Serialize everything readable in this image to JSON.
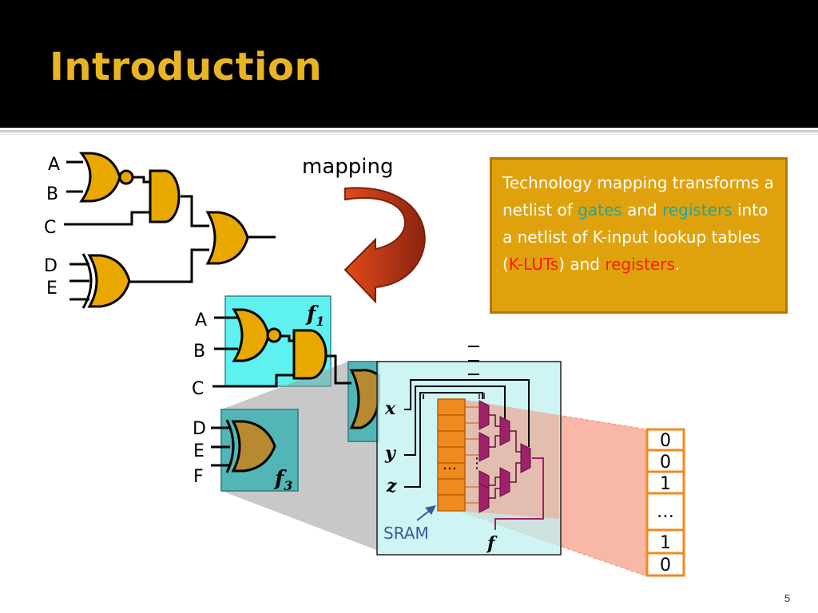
{
  "slide": {
    "title": "Introduction",
    "number": "5"
  },
  "mapping_label": "mapping",
  "top_circuit": {
    "inputs": [
      "A",
      "B",
      "C",
      "D",
      "E"
    ]
  },
  "mapped_circuit": {
    "inputs": [
      "A",
      "B",
      "C",
      "D",
      "E",
      "F"
    ],
    "f1_label": "f",
    "f1_sub": "1",
    "f3_label": "f",
    "f3_sub": "3"
  },
  "lut": {
    "inputs": [
      "x",
      "y",
      "z"
    ],
    "output": "f",
    "sram_label": "SRAM",
    "ellipsis": "…",
    "dots": "⋮",
    "truth_table": [
      "0",
      "0",
      "1",
      "…",
      "1",
      "0"
    ]
  },
  "callout": {
    "t1": "Technology mapping transforms a netlist of ",
    "gates": "gates",
    "t2": " and ",
    "registers1": "registers",
    "t3": " into a netlist of K-input lookup tables (",
    "kluts": "K-LUTs",
    "t4": ") and ",
    "registers2": "registers",
    "t5": "."
  },
  "colors": {
    "header_bg": "#000000",
    "title": "#e8b422",
    "gate_fill": "#e8a800",
    "cyan_box": "#5ff0f0",
    "teal_box": "#4fb8b8",
    "lut_box": "#bff0f0",
    "sram": "#ef8a1e",
    "mux": "#a0216a",
    "salmon": "#f6a08a",
    "arrow": "#c0391b",
    "callout_bg": "#e0a20c",
    "highlight_teal": "#1ea7a0",
    "highlight_red": "#ff1a1a"
  }
}
